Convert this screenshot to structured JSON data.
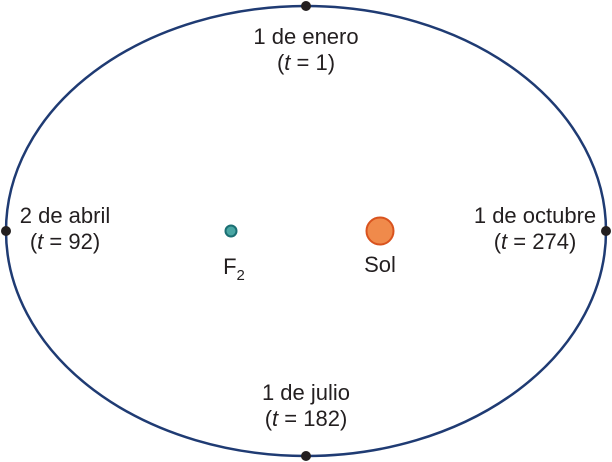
{
  "colors": {
    "orbit": "#1f3b73",
    "marker": "#231f20",
    "sun_fill": "#f08a4b",
    "sun_stroke": "#d9531e",
    "focus_fill": "#49a6a3",
    "focus_stroke": "#1b6f73",
    "text": "#231f20"
  },
  "labels": {
    "top": {
      "date": "1 de enero",
      "t_var": "t",
      "t_rest": " = 1)"
    },
    "left": {
      "date": "2 de abril",
      "t_var": "t",
      "t_rest": " = 92)"
    },
    "right": {
      "date": "1 de octubre",
      "t_var": "t",
      "t_rest": " = 274)"
    },
    "bottom": {
      "date": "1 de julio",
      "t_var": "t",
      "t_rest": " = 182)"
    },
    "focus": {
      "letter": "F",
      "subscript": "2"
    },
    "sun": "Sol"
  },
  "icons": {
    "sun": "filled-circle-orange",
    "focus": "small-circle-teal",
    "marker": "black-dot"
  }
}
